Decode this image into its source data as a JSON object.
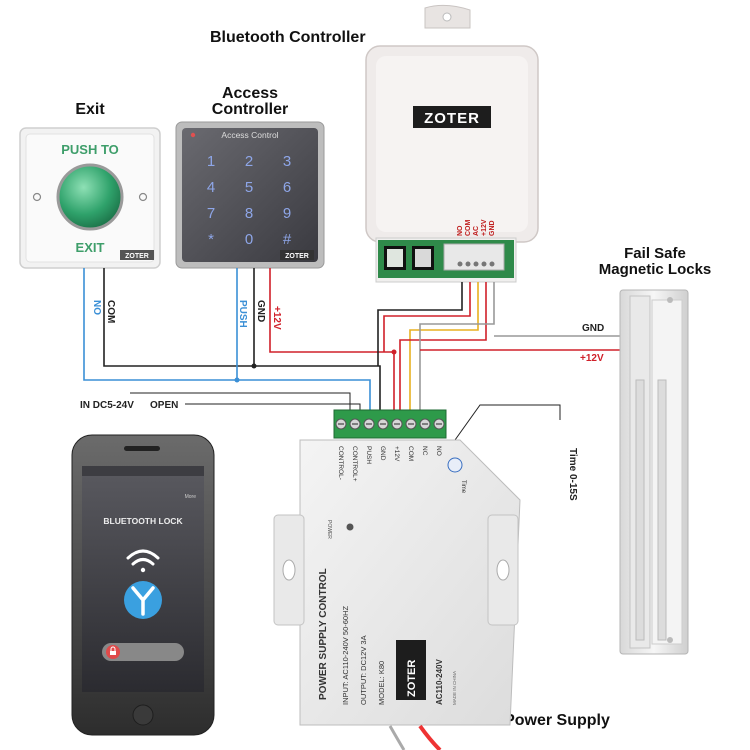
{
  "titles": {
    "bluetooth_controller": "Bluetooth Controller",
    "access_controller_line1": "Access",
    "access_controller_line2": "Controller",
    "exit": "Exit",
    "fail_safe_line1": "Fail Safe",
    "fail_safe_line2": "Magnetic Locks",
    "power_supply": "Power Supply"
  },
  "exit_button": {
    "top_text": "PUSH TO",
    "bottom_text": "EXIT",
    "brand": "ZOTER"
  },
  "keypad": {
    "header": "Access Control",
    "keys": [
      "1",
      "2",
      "3",
      "4",
      "5",
      "6",
      "7",
      "8",
      "9",
      "*",
      "0",
      "#"
    ],
    "brand": "ZOTER"
  },
  "bt_controller": {
    "brand": "ZOTER",
    "terminal_labels": [
      "GND",
      "+12V",
      "AC",
      "COM",
      "NO"
    ]
  },
  "wire_labels": {
    "no": "NO",
    "com": "COM",
    "push": "PUSH",
    "gnd_keypad": "GND",
    "v12_keypad": "+12V",
    "gnd_lock": "GND",
    "v12_lock": "+12V",
    "in_dc": "IN DC5-24V",
    "open": "OPEN",
    "time": "Time 0-15S"
  },
  "power_supply": {
    "terminal_labels": [
      "CONTROL-",
      "CONTROL+",
      "PUSH",
      "GND",
      "+12V",
      "COM",
      "NC",
      "NO"
    ],
    "power_led_label": "POWER",
    "time_label": "Time",
    "side_text": "POWER SUPPLY CONTROL",
    "input_spec": "INPUT: AC110-240V  50-60HZ",
    "output_spec": "OUTPUT: DC12V  3A",
    "model": "MODEL: K80",
    "brand": "ZOTER",
    "voltage_badge": "AC110-240V",
    "made_in": "MADE IN CHINA"
  },
  "phone": {
    "app_title": "BLUETOOTH LOCK",
    "top_right": "More"
  },
  "colors": {
    "wire_blue": "#3a8fd6",
    "wire_black": "#222222",
    "wire_red": "#d0202a",
    "wire_yellow": "#e8b020",
    "wire_gray": "#999999",
    "terminal_green": "#2e9a4a",
    "button_green": "#3fb27f"
  }
}
